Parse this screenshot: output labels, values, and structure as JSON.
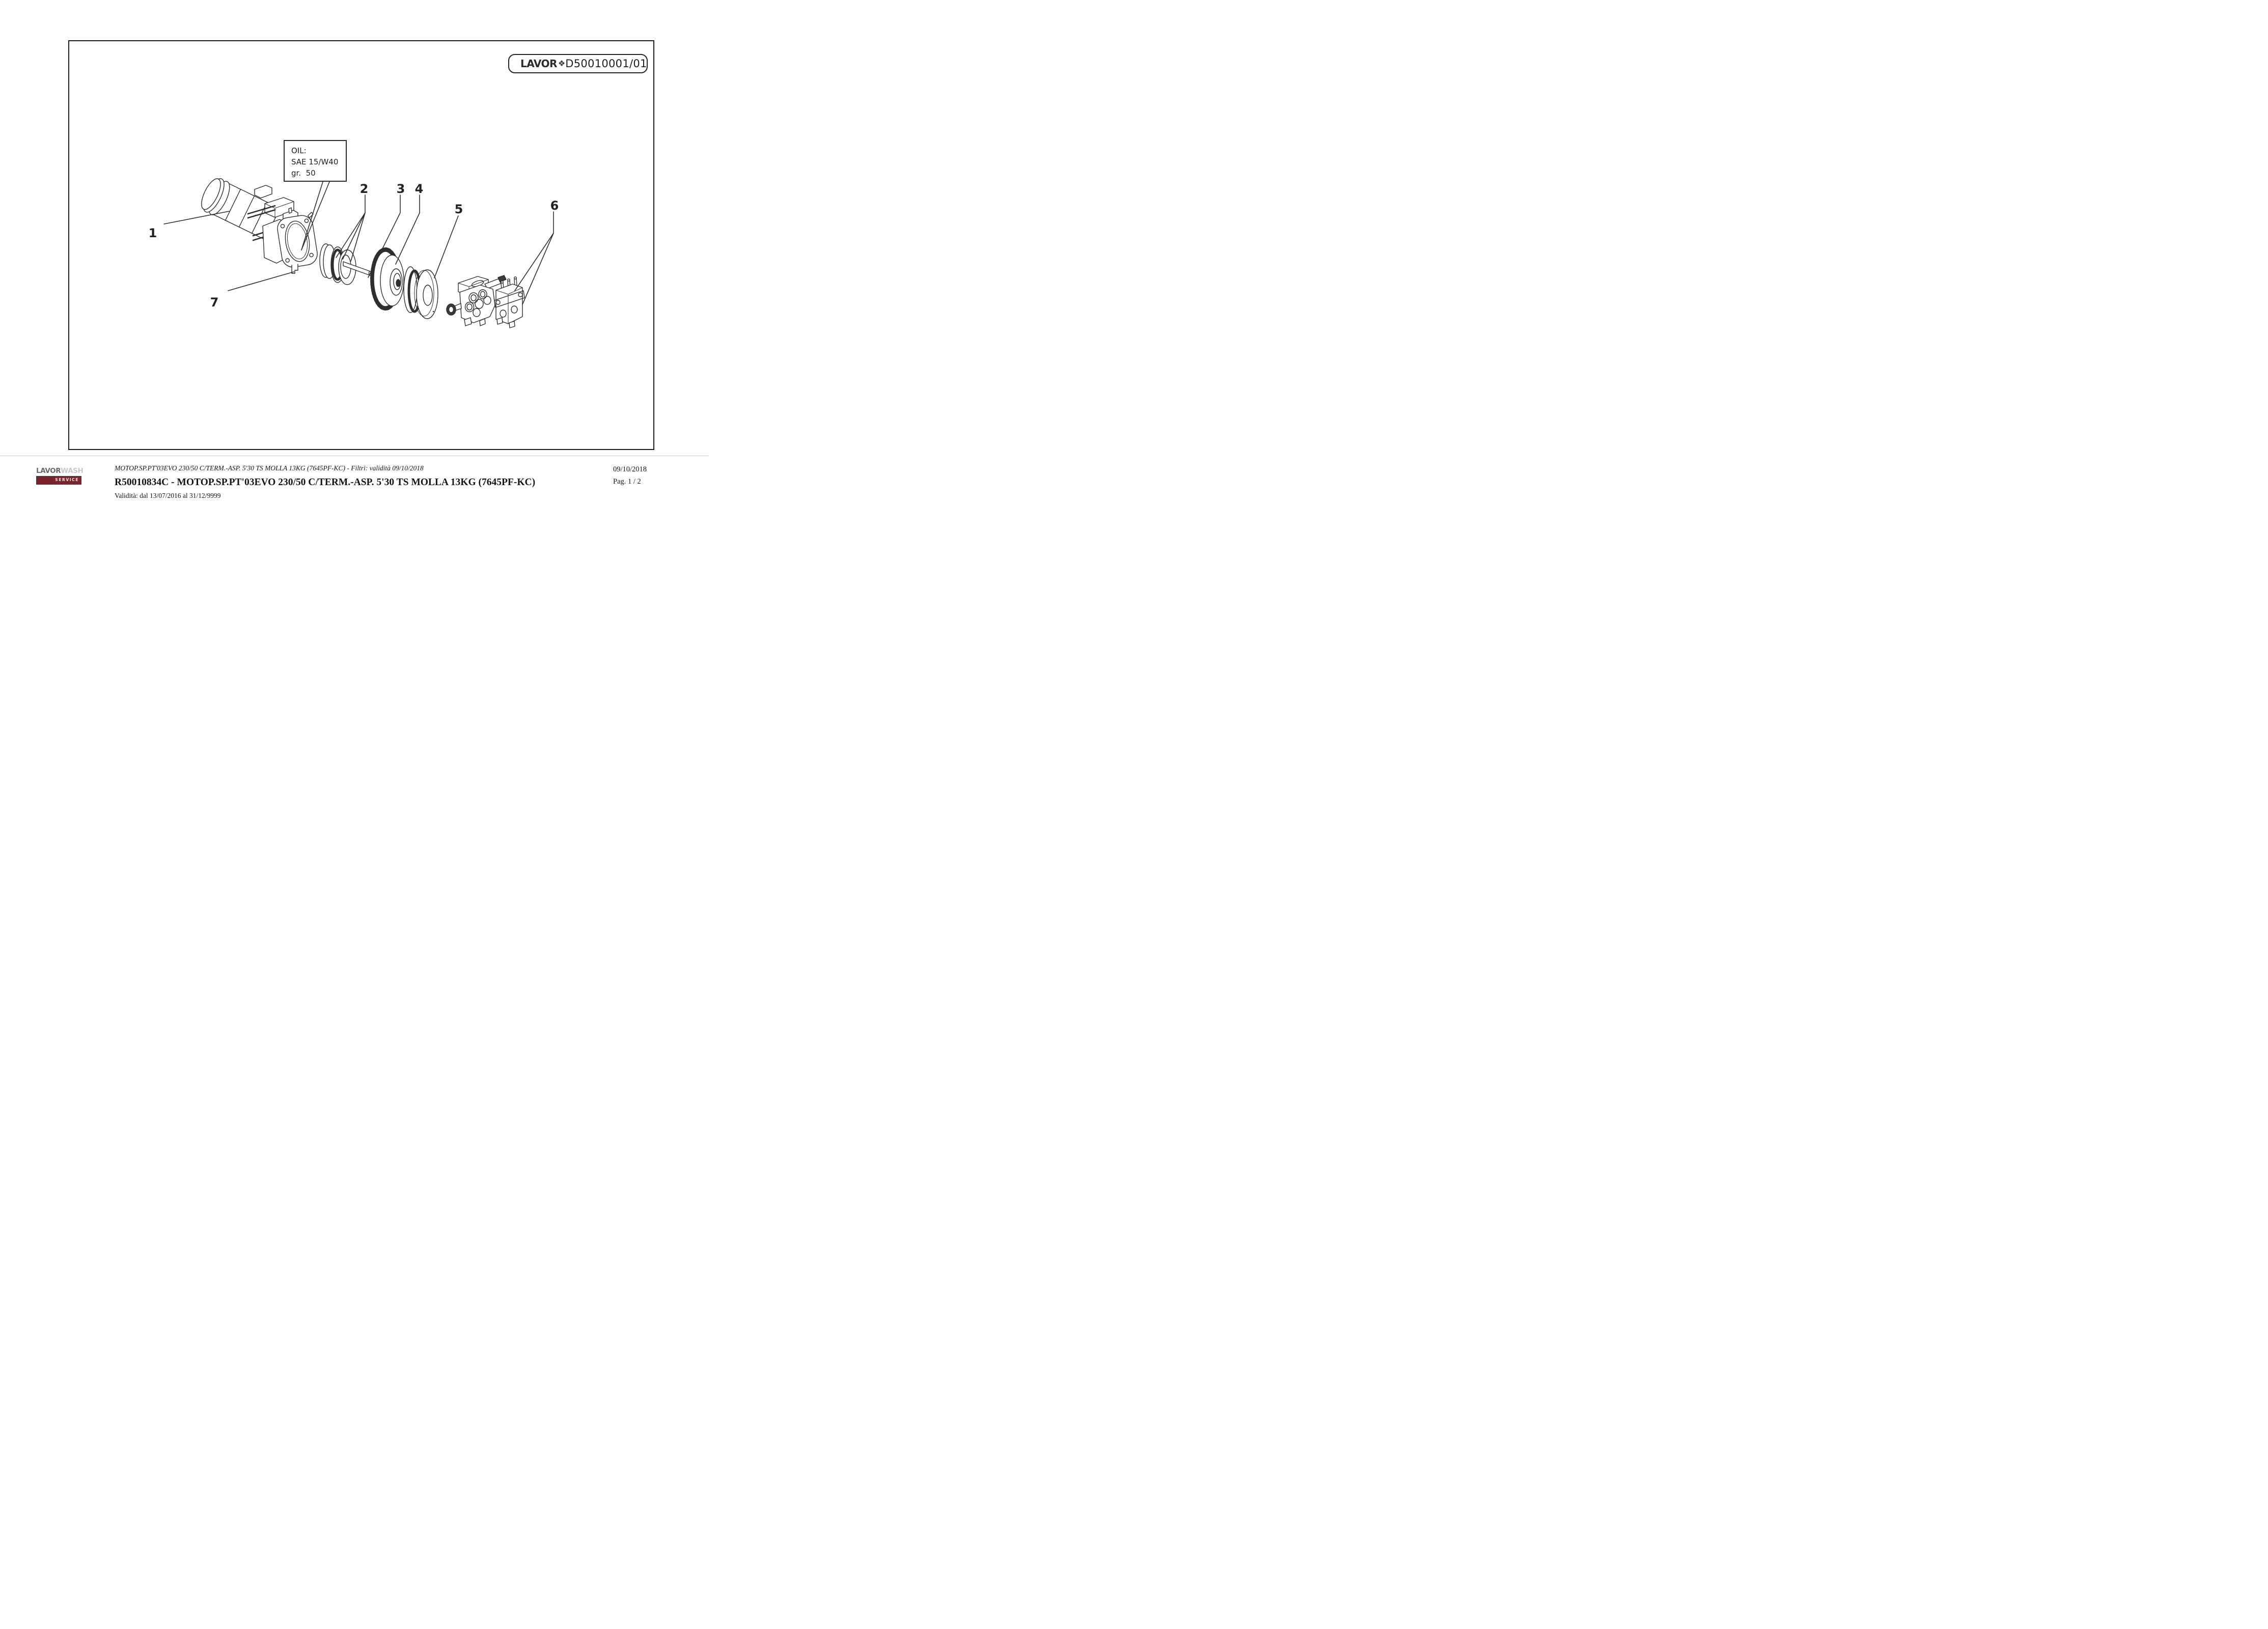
{
  "header": {
    "brand": "LAVOR",
    "diamond_icon": "❖",
    "doc_code": "D50010001/01"
  },
  "oil_note": {
    "line1": "OIL:",
    "line2": "SAE 15/W40",
    "line3": "gr.  50"
  },
  "callouts": [
    "1",
    "2",
    "3",
    "4",
    "5",
    "6",
    "7"
  ],
  "footer": {
    "logo": {
      "lavor": "LAVOR",
      "wash": "WASH",
      "service": "SERVICE"
    },
    "filter_line": "MOTOP.SP.PT'03EVO 230/50 C/TERM.-ASP. 5'30 TS MOLLA 13KG (7645PF-KC) - Filtri: validità 09/10/2018",
    "title_line": "R50010834C - MOTOP.SP.PT'03EVO 230/50 C/TERM.-ASP. 5'30 TS MOLLA 13KG (7645PF-KC)",
    "validity_line": "Validità: dal 13/07/2016 al 31/12/9999",
    "date": "09/10/2018",
    "page": "Pag. 1 / 2"
  },
  "colors": {
    "line_dark": "#2e2e2e",
    "frame_border": "#1d1d1d",
    "service_red": "#7b242a",
    "logo_gray": "#6a6a6a"
  }
}
